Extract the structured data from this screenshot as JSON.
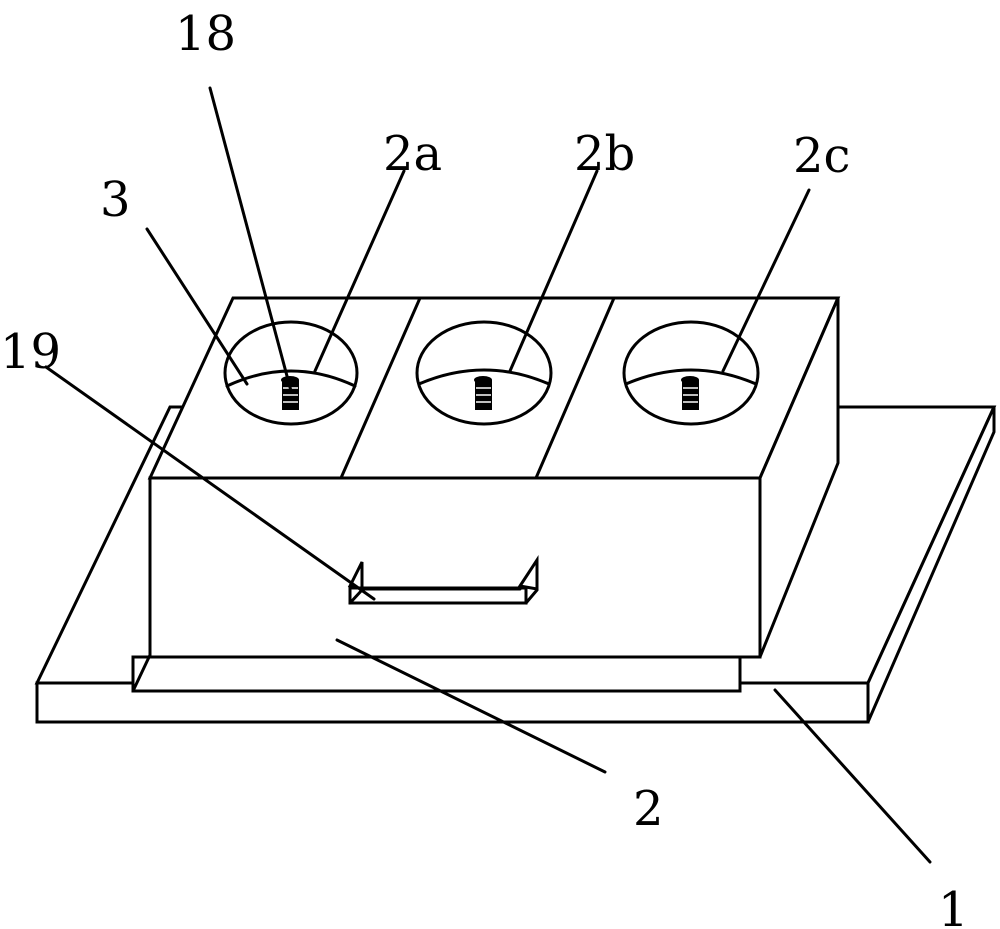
{
  "labels": {
    "l18": "18",
    "l2a": "2a",
    "l2b": "2b",
    "l2c": "2c",
    "l3": "3",
    "l19": "19",
    "l2": "2",
    "l1": "1"
  }
}
